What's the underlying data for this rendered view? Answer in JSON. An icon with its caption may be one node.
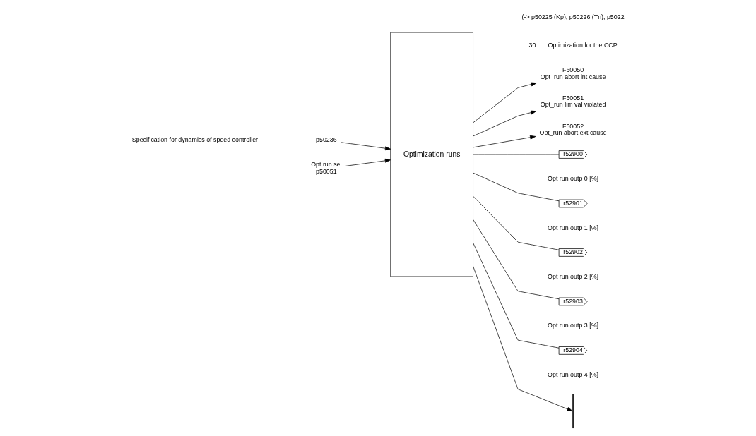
{
  "diagram": {
    "nodes": [
      {
        "text": [
          "Optimization runs"
        ]
      },
      {
        "text": [
          "Opt run sel",
          "p50051"
        ]
      },
      {
        "text": [
          "p50236"
        ]
      },
      {
        "text": [
          "F60050",
          "Opt_run abort int cause"
        ]
      },
      {
        "text": [
          "F60051",
          "Opt_run lim val violated"
        ]
      },
      {
        "text": [
          "F60052",
          "Opt_run abort ext cause"
        ]
      },
      {
        "text": [
          "r52900"
        ],
        "beside": [
          "Opt run outp 0 [%]"
        ]
      },
      {
        "text": [
          "r52901"
        ],
        "beside": [
          "Opt run outp 1 [%]"
        ]
      },
      {
        "text": [
          "r52902"
        ],
        "beside": [
          "Opt run outp 2 [%]"
        ]
      },
      {
        "text": [
          "r52903"
        ],
        "beside": [
          "Opt run outp 3 [%]"
        ]
      },
      {
        "text": [
          "r52904"
        ],
        "beside": [
          "Opt run outp 4 [%]"
        ]
      },
      {
        "text": [],
        "shape": "bar"
      }
    ],
    "edges": [
      {
        "from": 1,
        "to": 0,
        "arrow": "to"
      },
      {
        "from": 2,
        "to": 0,
        "arrow": "to"
      },
      {
        "from": 0,
        "to": 3,
        "arrow": "to"
      },
      {
        "from": 0,
        "to": 4,
        "arrow": "to"
      },
      {
        "from": 0,
        "to": 5,
        "arrow": "to"
      },
      {
        "from": 0,
        "to": 6,
        "arrow": "none"
      },
      {
        "from": 0,
        "to": 7,
        "arrow": "none"
      },
      {
        "from": 0,
        "to": 8,
        "arrow": "none"
      },
      {
        "from": 0,
        "to": 9,
        "arrow": "none"
      },
      {
        "from": 0,
        "to": 10,
        "arrow": "none"
      },
      {
        "from": 0,
        "to": 11,
        "arrow": "to"
      }
    ],
    "labels": [
      "(-> p50225 (Kp), p50226 (Tn), p5022",
      "30  ...  Optimization for the CCP",
      "Specification for dynamics of speed controller"
    ]
  }
}
